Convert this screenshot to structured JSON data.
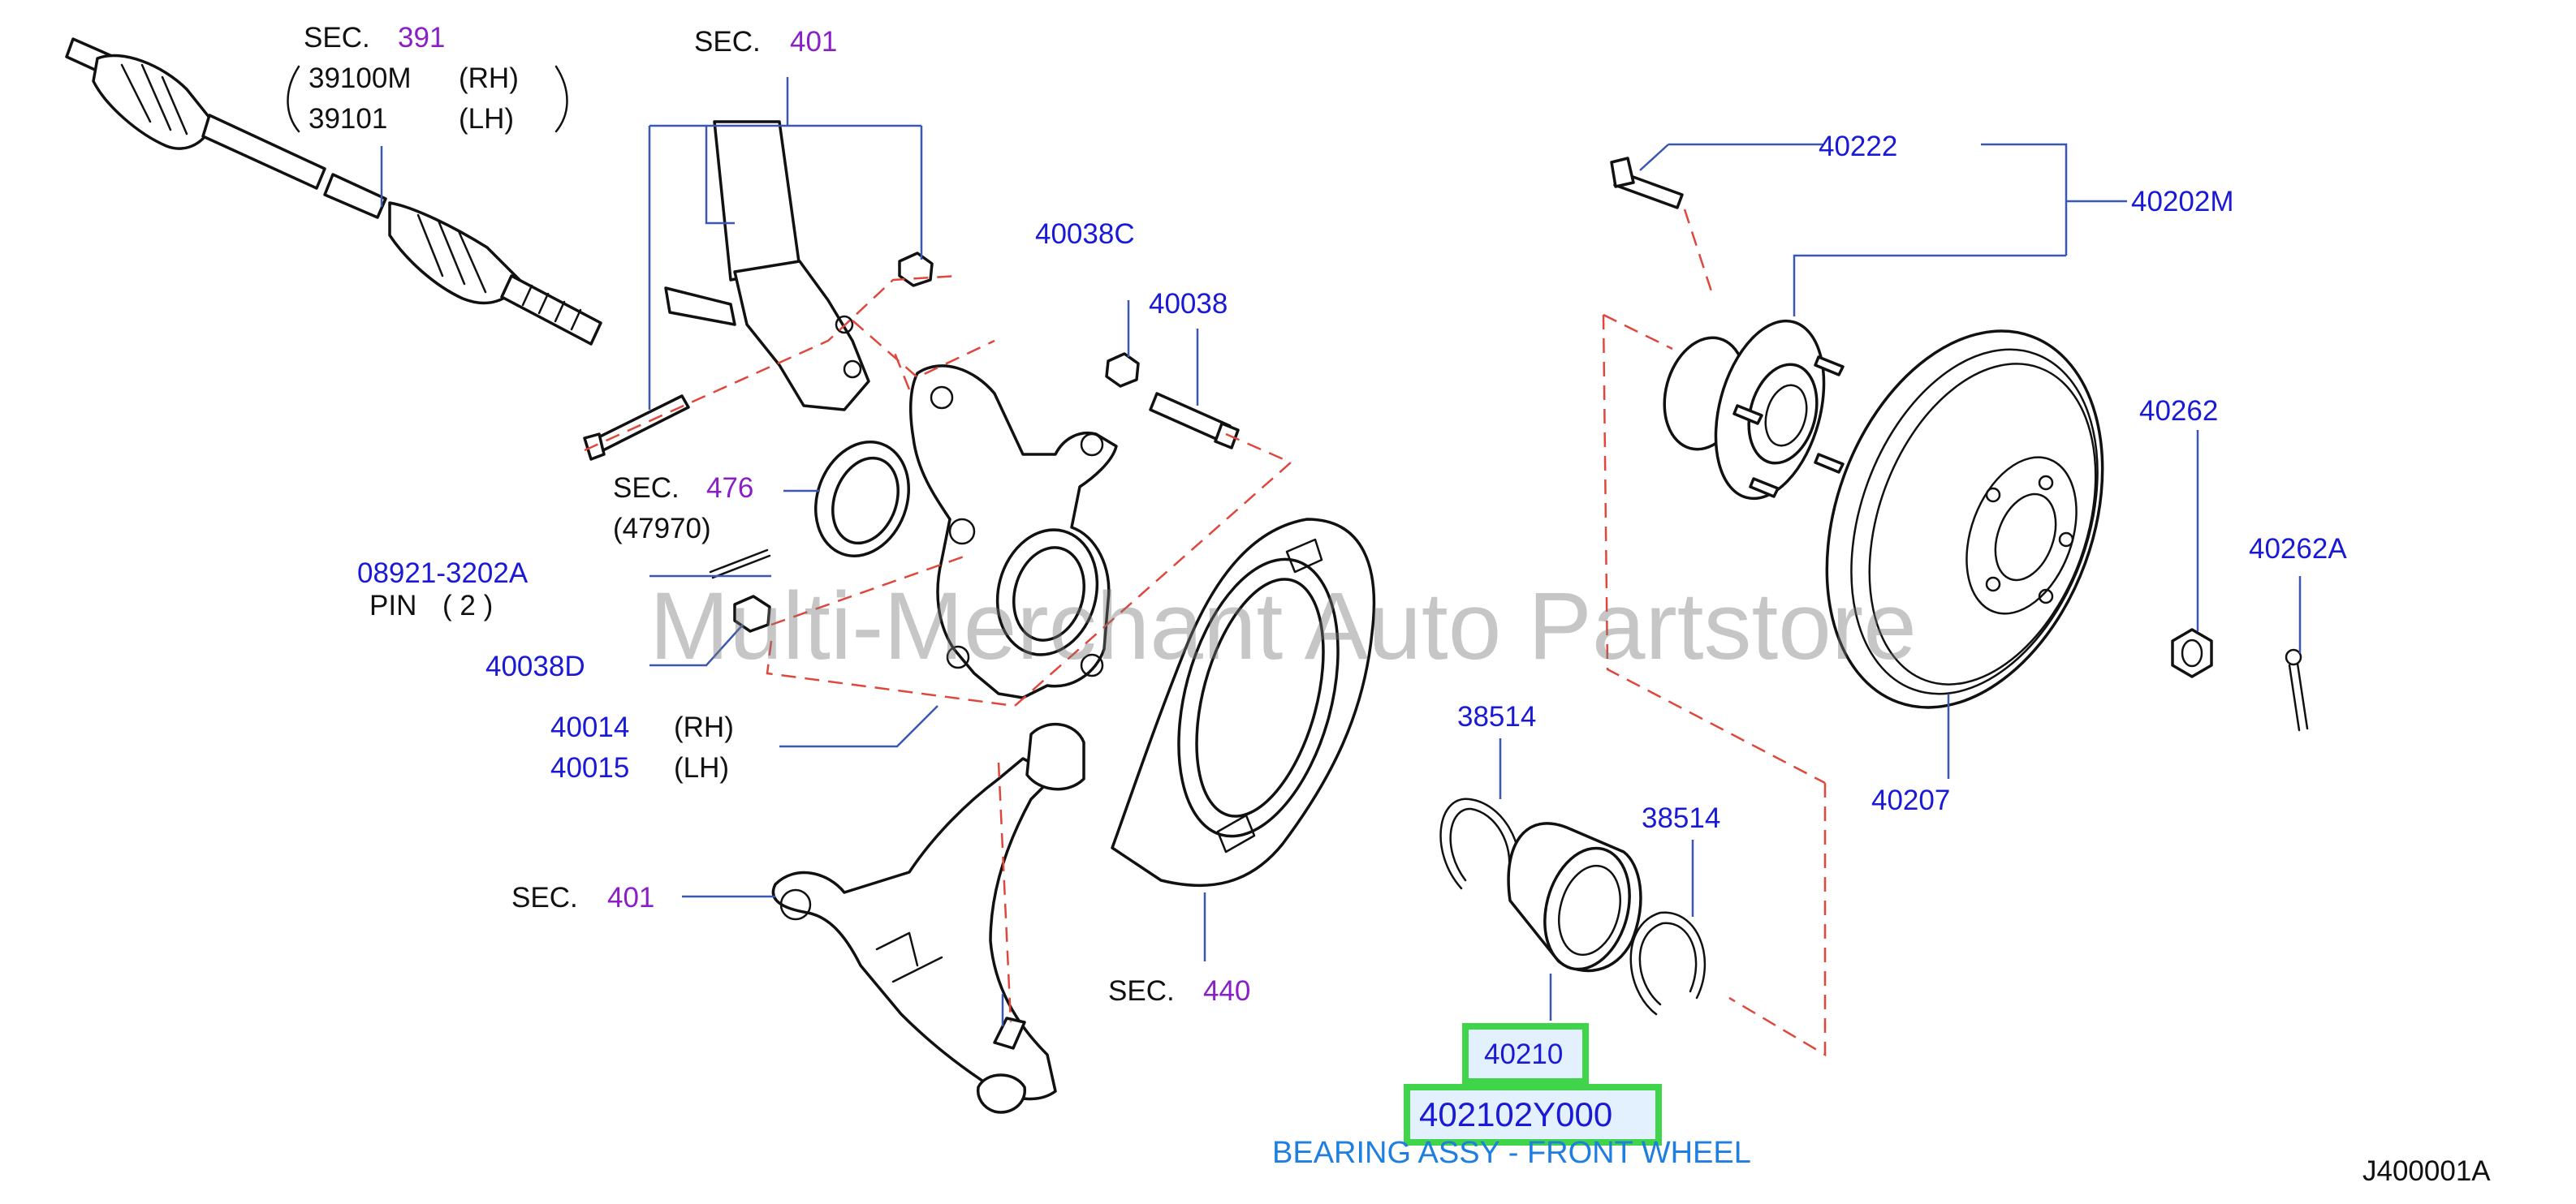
{
  "labels": {
    "sec391": {
      "prefix": "SEC.",
      "num": "391"
    },
    "sec391_rh_pn": "39100M",
    "sec391_rh_side": "(RH)",
    "sec391_lh_pn": "39101",
    "sec391_lh_side": "(LH)",
    "sec401_top": {
      "prefix": "SEC.",
      "num": "401"
    },
    "p40038C": "40038C",
    "p40038": "40038",
    "sec476": {
      "prefix": "SEC.",
      "num": "476"
    },
    "sec476_sub": "(47970)",
    "p08921": "08921-3202A",
    "pin_label": "PIN",
    "pin_qty": "( 2 )",
    "p40038D": "40038D",
    "p40014": "40014",
    "p40014_side": "(RH)",
    "p40015": "40015",
    "p40015_side": "(LH)",
    "sec401_bottom": {
      "prefix": "SEC.",
      "num": "401"
    },
    "sec440": {
      "prefix": "SEC.",
      "num": "440"
    },
    "p40222": "40222",
    "p40202M": "40202M",
    "p40262": "40262",
    "p40262A": "40262A",
    "p38514_a": "38514",
    "p38514_b": "38514",
    "p40207": "40207",
    "p40210": "40210",
    "p402102Y000": "402102Y000",
    "bearing_desc": "BEARING ASSY - FRONT WHEEL",
    "diagram_code": "J400001A"
  },
  "watermark": "Multi-Merchant Auto Partstore",
  "colors": {
    "part_number": "#1a1ad6",
    "section_number": "#8a1fc8",
    "leader_line": "#3a58b0",
    "dashed_line": "#e0473c",
    "highlight_box": "#3fd44a",
    "highlight_fill": "#e3f1ff",
    "description": "#1f7fe0"
  }
}
